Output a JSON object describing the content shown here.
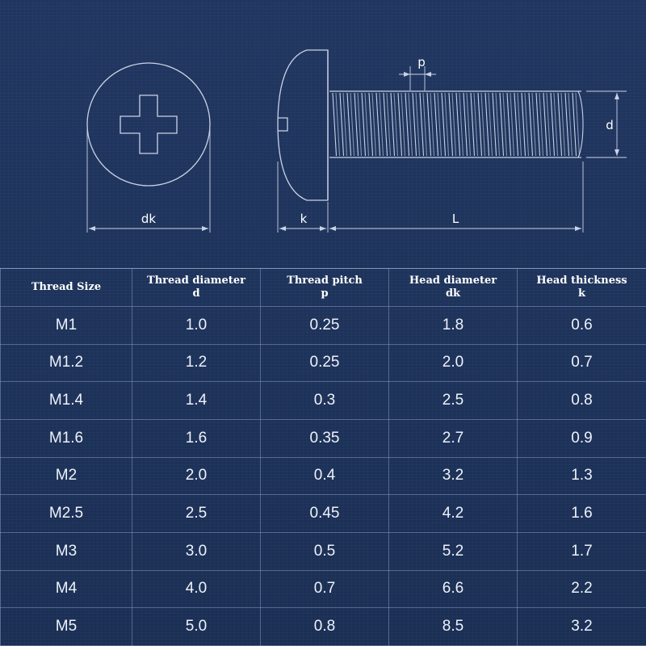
{
  "diagram": {
    "labels": {
      "dk": "dk",
      "k": "k",
      "L": "L",
      "p": "p",
      "d": "d"
    },
    "line_color": "#c9d3e6"
  },
  "table": {
    "headers": [
      {
        "title": "Thread Size",
        "symbol": ""
      },
      {
        "title": "Thread diameter",
        "symbol": "d"
      },
      {
        "title": "Thread pitch",
        "symbol": "p"
      },
      {
        "title": "Head diameter",
        "symbol": "dk"
      },
      {
        "title": "Head thickness",
        "symbol": "k"
      }
    ],
    "rows": [
      [
        "M1",
        "1.0",
        "0.25",
        "1.8",
        "0.6"
      ],
      [
        "M1.2",
        "1.2",
        "0.25",
        "2.0",
        "0.7"
      ],
      [
        "M1.4",
        "1.4",
        "0.3",
        "2.5",
        "0.8"
      ],
      [
        "M1.6",
        "1.6",
        "0.35",
        "2.7",
        "0.9"
      ],
      [
        "M2",
        "2.0",
        "0.4",
        "3.2",
        "1.3"
      ],
      [
        "M2.5",
        "2.5",
        "0.45",
        "4.2",
        "1.6"
      ],
      [
        "M3",
        "3.0",
        "0.5",
        "5.2",
        "1.7"
      ],
      [
        "M4",
        "4.0",
        "0.7",
        "6.6",
        "2.2"
      ],
      [
        "M5",
        "5.0",
        "0.8",
        "8.5",
        "3.2"
      ]
    ]
  },
  "colors": {
    "background": "#1d3157",
    "grid": "#96aad2",
    "text": "#ffffff"
  }
}
